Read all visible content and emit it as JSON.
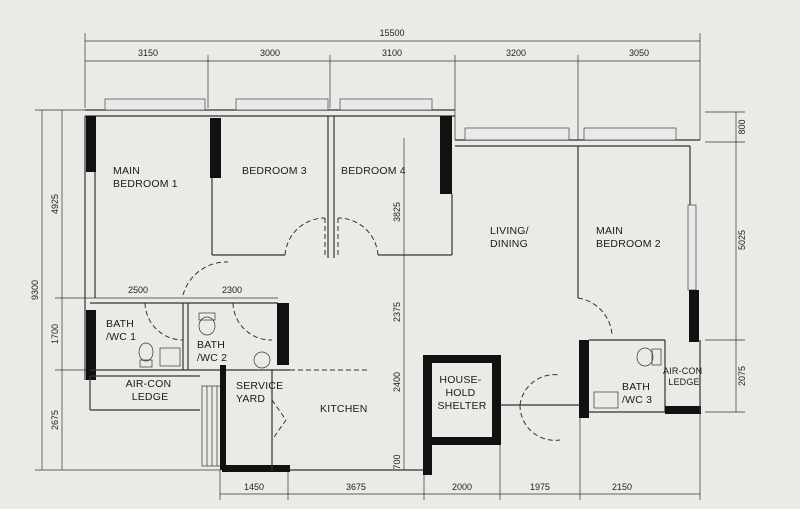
{
  "plan": {
    "overall_width": "15500",
    "top_dims": [
      "3150",
      "3000",
      "3100",
      "3200",
      "3050"
    ],
    "bottom_dims": [
      "1450",
      "3675",
      "2000",
      "1975",
      "2150"
    ],
    "left_dims": [
      "9300",
      "4925",
      "1700",
      "2675"
    ],
    "right_dims": [
      "800",
      "5025",
      "2075"
    ],
    "inner_dims": [
      "2500",
      "2300",
      "3825",
      "2375",
      "2400",
      "700"
    ],
    "rooms": {
      "main_bedroom_1": [
        "MAIN",
        "BEDROOM 1"
      ],
      "bedroom_3": "BEDROOM 3",
      "bedroom_4": "BEDROOM 4",
      "living_dining": [
        "LIVING/",
        "DINING"
      ],
      "main_bedroom_2": [
        "MAIN",
        "BEDROOM 2"
      ],
      "bath_wc_1": [
        "BATH",
        "/WC 1"
      ],
      "bath_wc_2": [
        "BATH",
        "/WC 2"
      ],
      "aircon_ledge_1": [
        "AIR-CON",
        "LEDGE"
      ],
      "service_yard": [
        "SERVICE",
        "YARD"
      ],
      "kitchen": "KITCHEN",
      "household_shelter": [
        "HOUSE-",
        "HOLD",
        "SHELTER"
      ],
      "bath_wc_3": [
        "BATH",
        "/WC 3"
      ],
      "aircon_ledge_2": [
        "AIR-CON",
        "LEDGE"
      ]
    }
  }
}
